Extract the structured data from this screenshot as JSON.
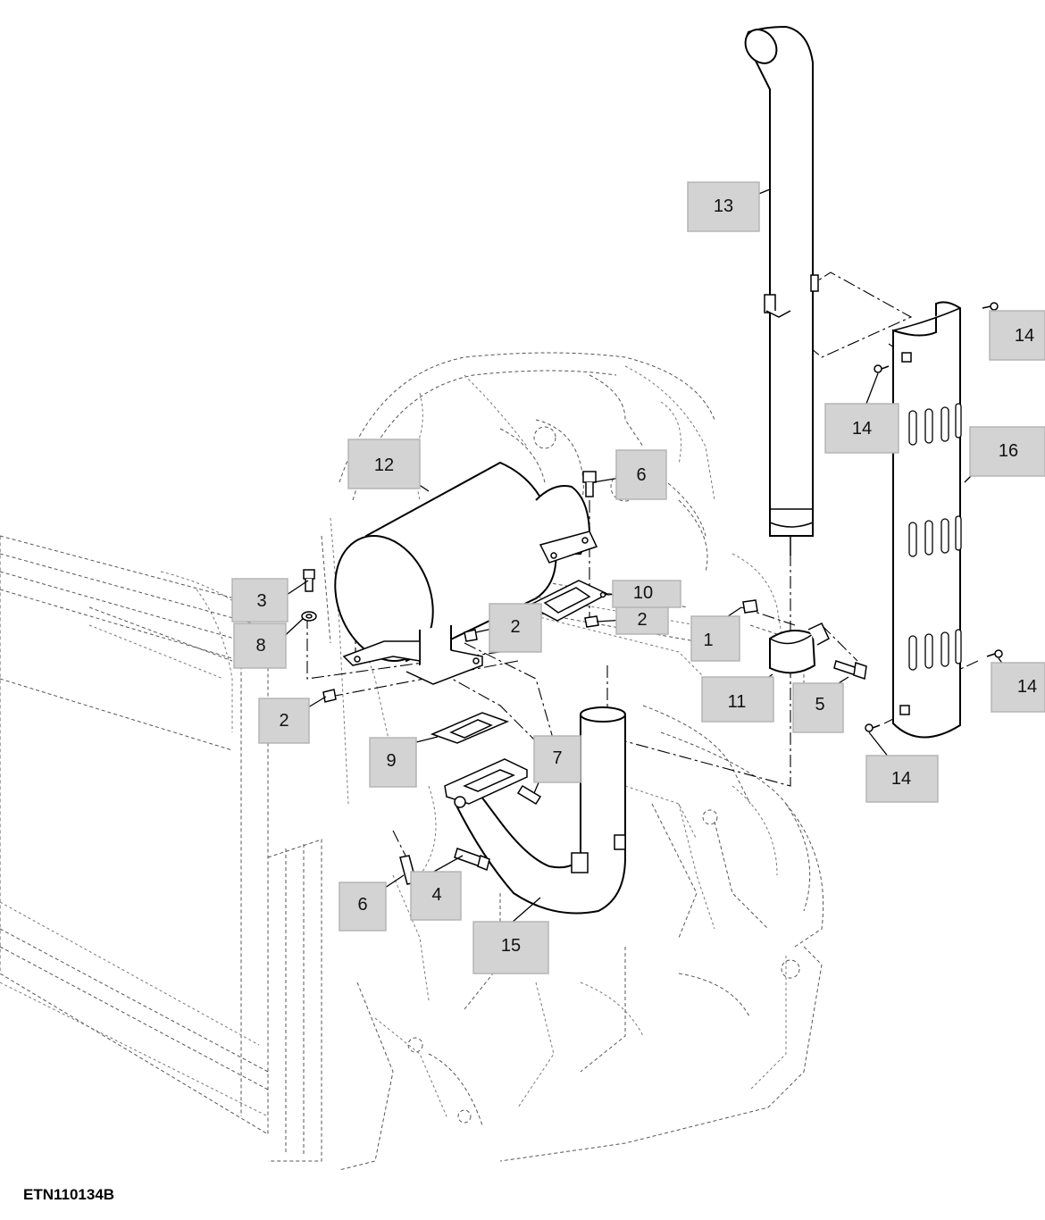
{
  "figure_id": "ETN110134B",
  "callouts": [
    {
      "id": "c13",
      "label": "13"
    },
    {
      "id": "c14a",
      "label": "14"
    },
    {
      "id": "c14b",
      "label": "14"
    },
    {
      "id": "c16",
      "label": "16"
    },
    {
      "id": "c12",
      "label": "12"
    },
    {
      "id": "c6a",
      "label": "6"
    },
    {
      "id": "c10",
      "label": "10"
    },
    {
      "id": "c3",
      "label": "3"
    },
    {
      "id": "c2a",
      "label": "2"
    },
    {
      "id": "c2b",
      "label": "2"
    },
    {
      "id": "c1",
      "label": "1"
    },
    {
      "id": "c8",
      "label": "8"
    },
    {
      "id": "c14c",
      "label": "14"
    },
    {
      "id": "c11",
      "label": "11"
    },
    {
      "id": "c5",
      "label": "5"
    },
    {
      "id": "c2c",
      "label": "2"
    },
    {
      "id": "c9",
      "label": "9"
    },
    {
      "id": "c7",
      "label": "7"
    },
    {
      "id": "c14d",
      "label": "14"
    },
    {
      "id": "c6b",
      "label": "6"
    },
    {
      "id": "c4",
      "label": "4"
    },
    {
      "id": "c15",
      "label": "15"
    }
  ]
}
